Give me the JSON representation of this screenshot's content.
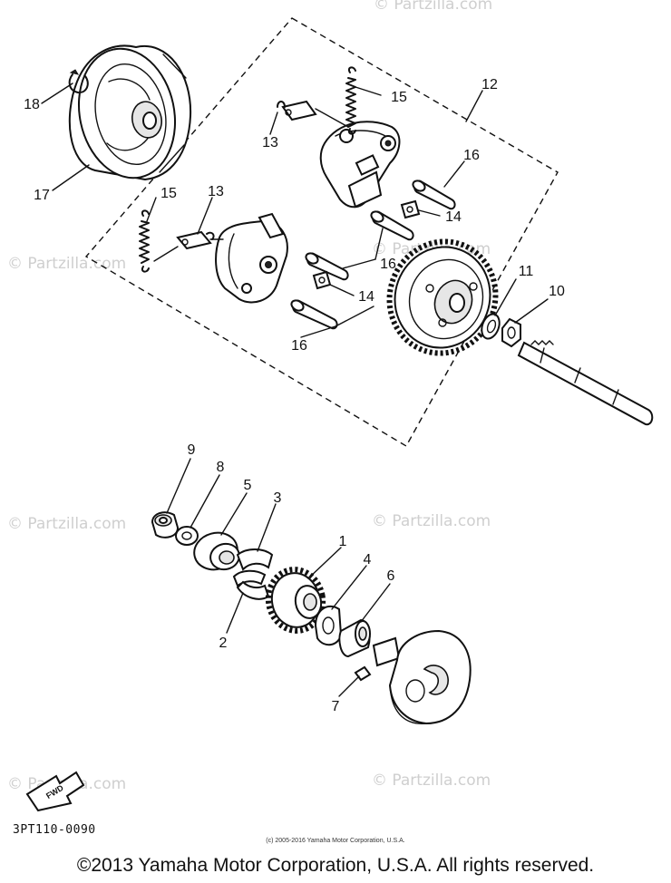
{
  "diagram": {
    "part_code": "3PT110-0090",
    "fwd_label": "FWD",
    "watermark": "© Partzilla.com",
    "small_copyright": "(c) 2005-2016 Yamaha Motor Corporation, U.S.A.",
    "copyright": "©2013 Yamaha Motor Corporation, U.S.A. All rights reserved.",
    "callouts": {
      "c1": "1",
      "c2": "2",
      "c3": "3",
      "c4": "4",
      "c5": "5",
      "c6": "6",
      "c7": "7",
      "c8": "8",
      "c9": "9",
      "c10": "10",
      "c11": "11",
      "c12": "12",
      "c13a": "13",
      "c13b": "13",
      "c14a": "14",
      "c14b": "14",
      "c15a": "15",
      "c15b": "15",
      "c16a": "16",
      "c16b": "16",
      "c16c": "16",
      "c17": "17",
      "c18": "18"
    }
  }
}
